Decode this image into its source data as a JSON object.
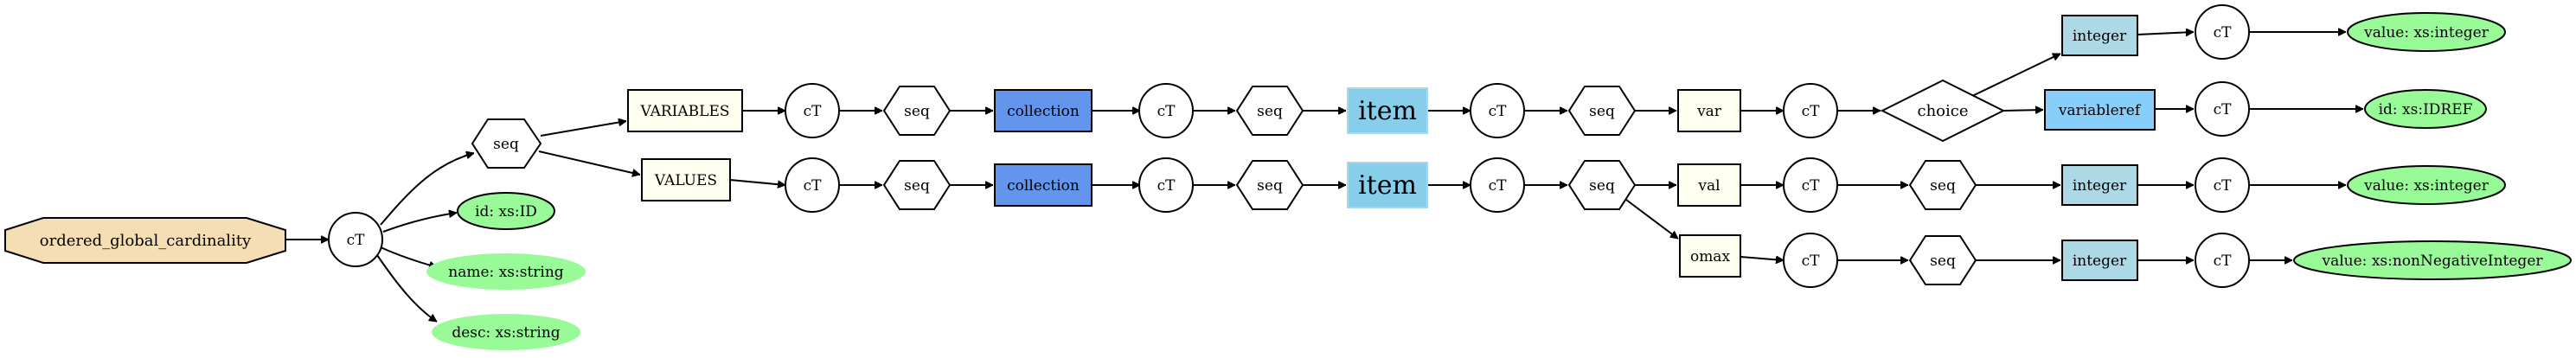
{
  "diagram": {
    "nodes": {
      "root": "ordered_global_cardinality",
      "ct_root": "cT",
      "seq_top": "seq",
      "attr_id": "id: xs:ID",
      "attr_name": "name: xs:string",
      "attr_desc": "desc: xs:string",
      "variables": "VARIABLES",
      "values": "VALUES",
      "ct_v1": "cT",
      "seq_v1": "seq",
      "collection_v": "collection",
      "ct_v2": "cT",
      "seq_v2": "seq",
      "item_v": "item",
      "ct_v3": "cT",
      "seq_v3": "seq",
      "var": "var",
      "ct_var": "cT",
      "choice": "choice",
      "integer_var": "integer",
      "ct_int_var": "cT",
      "value_int_var": "value: xs:integer",
      "variableref": "variableref",
      "ct_varref": "cT",
      "id_idref": "id: xs:IDREF",
      "ct_w1": "cT",
      "seq_w1": "seq",
      "collection_w": "collection",
      "ct_w2": "cT",
      "seq_w2": "seq",
      "item_w": "item",
      "ct_w3": "cT",
      "seq_w3": "seq",
      "val": "val",
      "ct_val": "cT",
      "seq_val": "seq",
      "integer_val": "integer",
      "ct_int_val": "cT",
      "value_int_val": "value: xs:integer",
      "omax": "omax",
      "ct_omax": "cT",
      "seq_omax": "seq",
      "integer_omax": "integer",
      "ct_int_omax": "cT",
      "value_nonneg": "value: xs:nonNegativeInteger"
    },
    "colors": {
      "root_fill": "#f5deb3",
      "element_fill": "#fffff0",
      "collection_fill": "#6495ed",
      "item_fill": "#87ceeb",
      "integer_fill": "#add8e6",
      "variableref_fill": "#87cefa",
      "attribute_fill": "#98fb98",
      "optional_attribute_fill": "#98fb98"
    }
  }
}
